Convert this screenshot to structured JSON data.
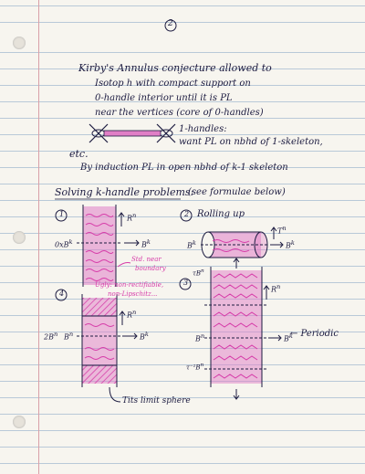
{
  "page_number": "2",
  "intro": {
    "line1": "Kirby's Annulus conjecture  allowed to",
    "line2": "Isotop  h  with compact support on",
    "line3": "0-handle interior  until it is  PL",
    "line4": "near  the  vertices  (core of 0-handles)"
  },
  "handles": {
    "line1": "1-handles:",
    "line2": "want PL on nbhd of 1-skeleton,",
    "etc": "etc.",
    "induction": "By  induction  PL in open nbhd of k-1 skeleton"
  },
  "section_title": "Solving k-handle problems:",
  "section_note": "(see formulae below)",
  "fig1": {
    "number": "1",
    "label_left": "0xB",
    "label_left_sup": "k",
    "label_rn": "R",
    "label_rn_sup": "n",
    "label_bk": "B",
    "label_bk_sup": "k",
    "note_line1": "Std. near",
    "note_line2": "boundary"
  },
  "fig2": {
    "number": "2",
    "title": "Rolling up",
    "label_bk_left": "B",
    "label_bk_left_sup": "k",
    "label_tn": "T",
    "label_tn_sup": "n",
    "label_bk_right": "B",
    "label_bk_right_sup": "k"
  },
  "fig3": {
    "number": "3",
    "label_top": "τB",
    "label_top_sup": "n",
    "label_mid": "B",
    "label_mid_sup": "n",
    "label_bot": "τ⁻¹B",
    "label_bot_sup": "n",
    "label_rn": "R",
    "label_rn_sup": "n",
    "label_bk": "B",
    "label_bk_sup": "k",
    "periodic": "← Periodic"
  },
  "fig4": {
    "number": "4",
    "ugly_line1": "Ugly: non-rectifiable,",
    "ugly_line2": "non-Lipschitz...",
    "label_left": "2B",
    "label_left_sup": "n",
    "label_bn": "B",
    "label_bn_sup": "n",
    "label_rn": "R",
    "label_rn_sup": "n",
    "label_bk": "B",
    "label_bk_sup": "k",
    "limit_note": "Tits limit sphere"
  },
  "colors": {
    "ink": "#1c1b40",
    "highlighter": "#e07ec6",
    "pink_ink": "#d63aa8",
    "rule_line": "#b9c9d8"
  }
}
